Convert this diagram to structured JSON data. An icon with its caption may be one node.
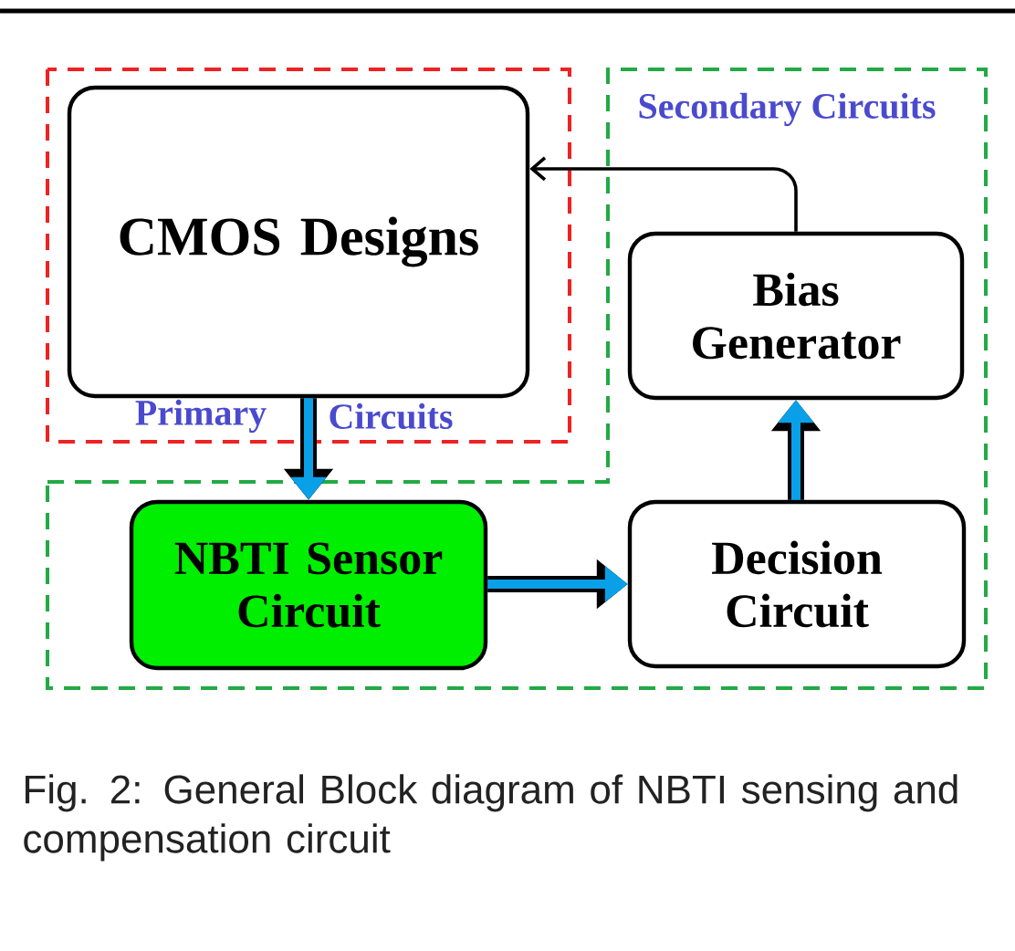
{
  "diagram": {
    "caption": "Fig. 2: General Block diagram of NBTI sensing and compensation circuit",
    "nodes": [
      {
        "text": [
          "Primary",
          "Circuits"
        ]
      },
      {
        "text": [
          "CMOS Designs"
        ],
        "in": 0
      },
      {
        "text": [
          "Secondary Circuits"
        ]
      },
      {
        "text": [
          "Bias Generator"
        ],
        "in": 2
      },
      {
        "text": [
          "NBTI Sensor Circuit"
        ],
        "in": 2
      },
      {
        "text": [
          "Decision Circuit"
        ],
        "in": 2
      }
    ],
    "edges": [
      {
        "from": 1,
        "to": 4,
        "arrow": "to"
      },
      {
        "from": 4,
        "to": 5,
        "arrow": "to"
      },
      {
        "from": 5,
        "to": 3,
        "arrow": "to"
      },
      {
        "from": 3,
        "to": 1,
        "arrow": "to",
        "color": "#000000"
      }
    ]
  }
}
